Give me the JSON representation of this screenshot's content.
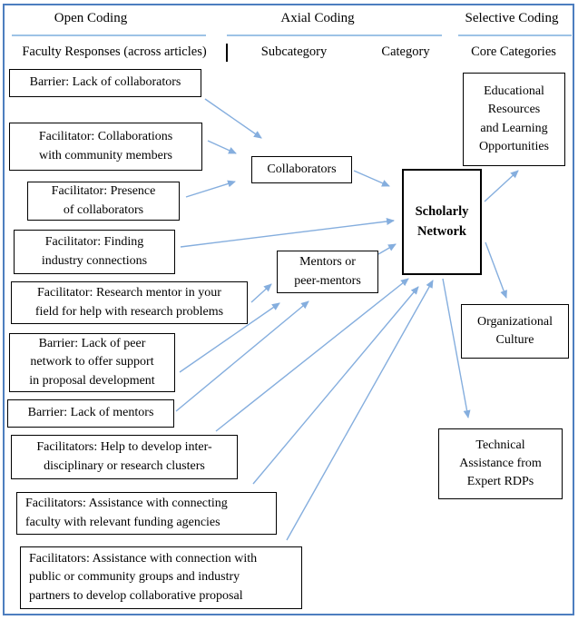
{
  "header": {
    "open_coding": "Open Coding",
    "axial_coding": "Axial Coding",
    "selective_coding": "Selective Coding",
    "faculty_responses": "Faculty Responses (across articles)",
    "subcategory": "Subcategory",
    "category": "Category",
    "core_categories": "Core Categories"
  },
  "open_codes": [
    "Barrier: Lack of collaborators",
    "Facilitator: Collaborations\nwith community members",
    "Facilitator: Presence\nof collaborators",
    "Facilitator: Finding\nindustry connections",
    "Facilitator: Research mentor in your\nfield for help with research problems",
    "Barrier: Lack of peer\nnetwork to offer support\nin proposal development",
    "Barrier: Lack of mentors",
    "Facilitators: Help to develop inter-\ndisciplinary or research clusters",
    "Facilitators: Assistance with connecting\nfaculty with relevant funding agencies",
    "Facilitators: Assistance with connection with\npublic or community groups and industry\npartners to develop collaborative proposal"
  ],
  "subcategories": [
    "Collaborators",
    "Mentors or\npeer-mentors"
  ],
  "category_box": "Scholarly\nNetwork",
  "core_category_boxes": [
    "Educational\nResources\nand Learning\nOpportunities",
    "Organizational\nCulture",
    "Technical\nAssistance from\nExpert RDPs"
  ],
  "colors": {
    "frame_border": "#4d7ebf",
    "arrow": "#85aede",
    "header_underline": "#9dc3e6",
    "box_border": "#000000",
    "text": "#000000"
  }
}
